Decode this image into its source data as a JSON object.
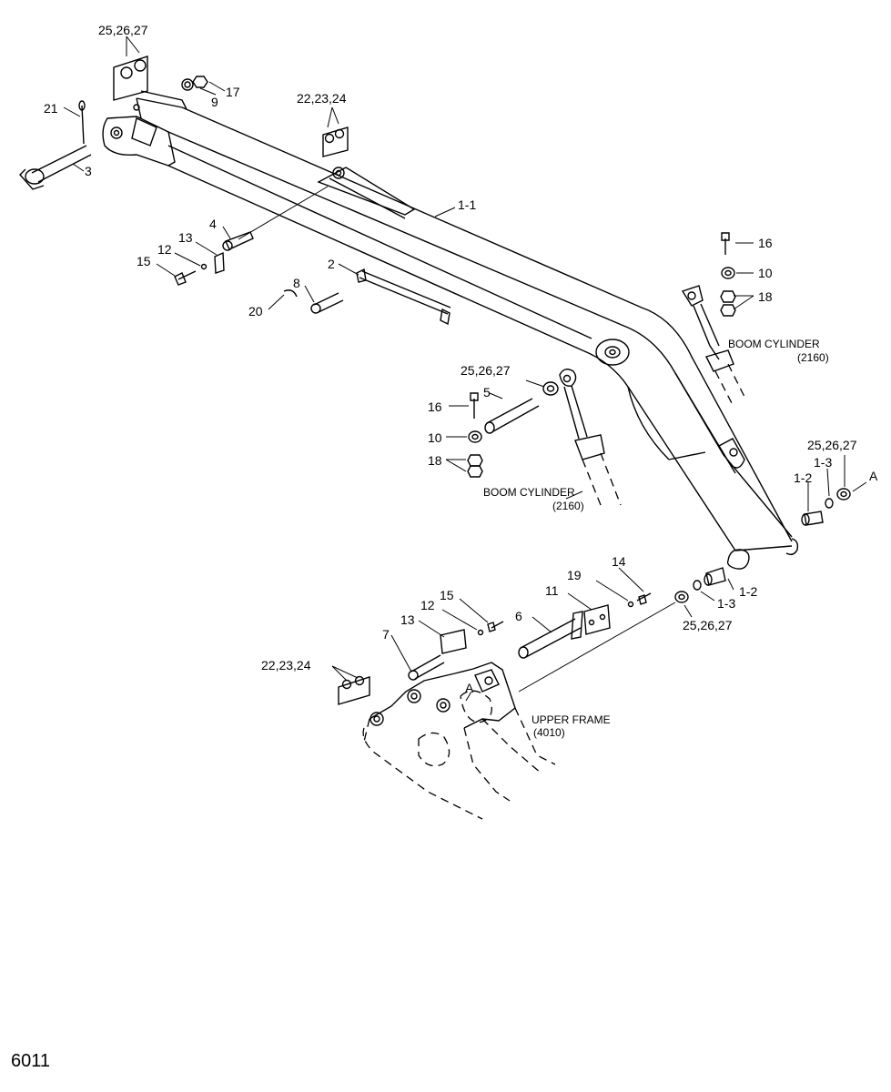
{
  "page_number": "6011",
  "callouts": [
    {
      "id": "c-25-26-27-top",
      "text": "25,26,27"
    },
    {
      "id": "c-17",
      "text": "17"
    },
    {
      "id": "c-9",
      "text": "9"
    },
    {
      "id": "c-21",
      "text": "21"
    },
    {
      "id": "c-3",
      "text": "3"
    },
    {
      "id": "c-22-23-24-top",
      "text": "22,23,24"
    },
    {
      "id": "c-1-1",
      "text": "1-1"
    },
    {
      "id": "c-4",
      "text": "4"
    },
    {
      "id": "c-13-top",
      "text": "13"
    },
    {
      "id": "c-12-top",
      "text": "12"
    },
    {
      "id": "c-15-top",
      "text": "15"
    },
    {
      "id": "c-2",
      "text": "2"
    },
    {
      "id": "c-8",
      "text": "8"
    },
    {
      "id": "c-20",
      "text": "20"
    },
    {
      "id": "c-16-right",
      "text": "16"
    },
    {
      "id": "c-10-right",
      "text": "10"
    },
    {
      "id": "c-18-right",
      "text": "18"
    },
    {
      "id": "c-25-26-27-mid",
      "text": "25,26,27"
    },
    {
      "id": "c-5",
      "text": "5"
    },
    {
      "id": "c-16-mid",
      "text": "16"
    },
    {
      "id": "c-10-mid",
      "text": "10"
    },
    {
      "id": "c-18-mid",
      "text": "18"
    },
    {
      "id": "c-25-26-27-right",
      "text": "25,26,27"
    },
    {
      "id": "c-1-3-upper",
      "text": "1-3"
    },
    {
      "id": "c-A-right",
      "text": "A"
    },
    {
      "id": "c-1-2-upper",
      "text": "1-2"
    },
    {
      "id": "c-14",
      "text": "14"
    },
    {
      "id": "c-19",
      "text": "19"
    },
    {
      "id": "c-11",
      "text": "11"
    },
    {
      "id": "c-15-bottom",
      "text": "15"
    },
    {
      "id": "c-12-bottom",
      "text": "12"
    },
    {
      "id": "c-6",
      "text": "6"
    },
    {
      "id": "c-13-bottom",
      "text": "13"
    },
    {
      "id": "c-7",
      "text": "7"
    },
    {
      "id": "c-1-2-lower",
      "text": "1-2"
    },
    {
      "id": "c-1-3-lower",
      "text": "1-3"
    },
    {
      "id": "c-25-26-27-bottom",
      "text": "25,26,27"
    },
    {
      "id": "c-22-23-24-bottom",
      "text": "22,23,24"
    },
    {
      "id": "c-A-frame",
      "text": "A"
    }
  ],
  "references": {
    "boom_cylinder_right_name": "BOOM CYLINDER",
    "boom_cylinder_right_code": "(2160)",
    "boom_cylinder_mid_name": "BOOM CYLINDER",
    "boom_cylinder_mid_code": "(2160)",
    "upper_frame_name": "UPPER FRAME",
    "upper_frame_code": "(4010)"
  }
}
